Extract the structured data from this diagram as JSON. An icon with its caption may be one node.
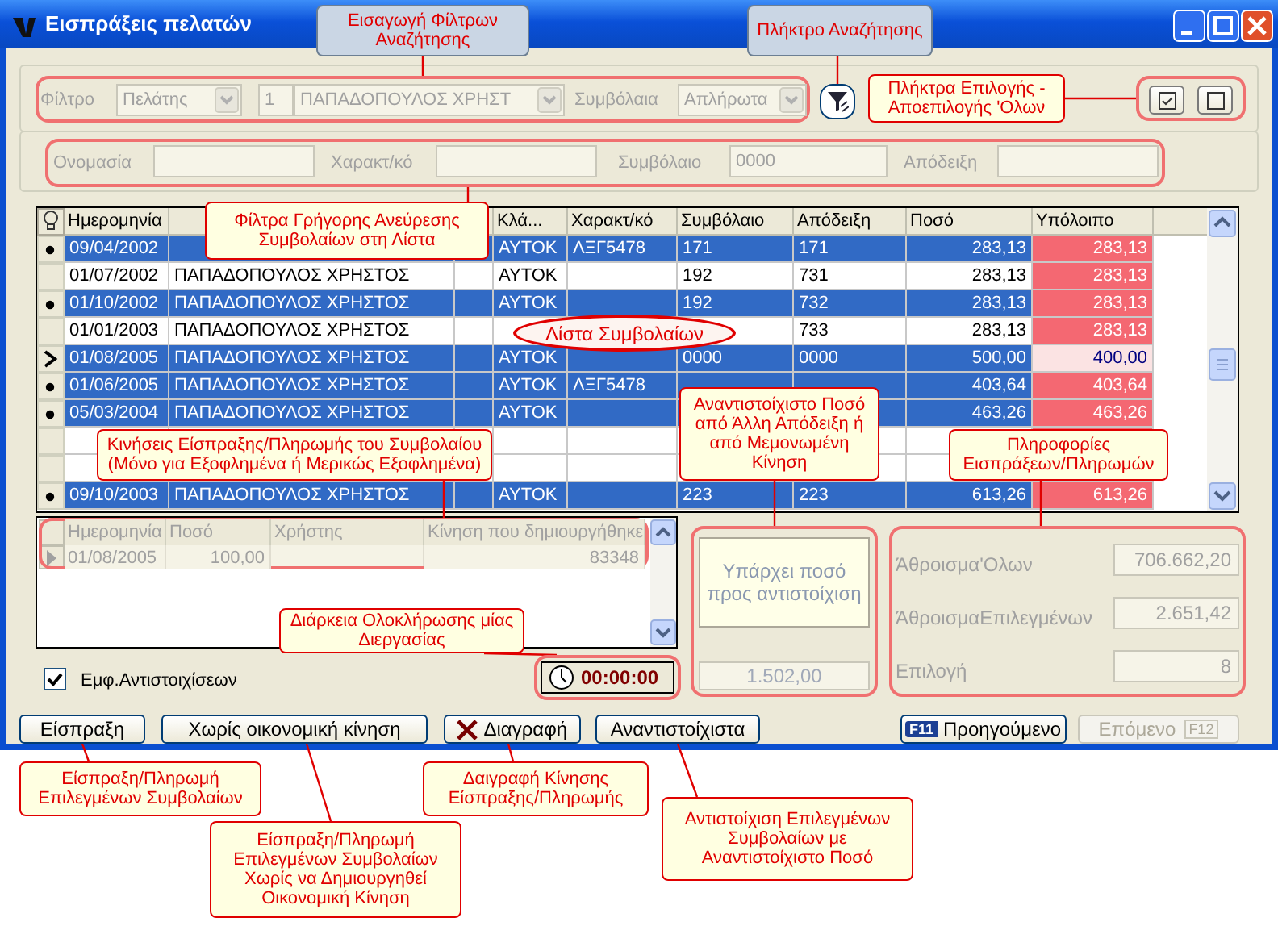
{
  "diagram": {
    "title": "Εισπράξεις πελατών",
    "nodes": [
      {
        "text": [
          "Εισαγωγή Φίλτρων Αναζήτησης"
        ]
      },
      {
        "text": [
          "Πλήκτρο Αναζήτησης"
        ]
      },
      {
        "text": [],
        "shape": "box"
      },
      {
        "text": [],
        "shape": "box"
      },
      {
        "text": [
          "Πλήκτρα Επιλογής - Αποεπιλογής 'Ολων"
        ]
      },
      {
        "text": [],
        "shape": "box"
      },
      {
        "text": [],
        "shape": "box"
      },
      {
        "text": [
          "Φίλτρα Γρήγορης Ανεύρεσης Συμβολαίων στη Λίστα"
        ]
      },
      {
        "text": [
          "Λίστα Συμβολαίων"
        ]
      },
      {
        "text": [
          "Αναντιστοίχιστο Ποσό από Άλλη Απόδειξη ή από Μεμονωμένη Κίνηση"
        ]
      },
      {
        "text": [
          "Πληροφορίες Εισπράξεων/Πληρωμών"
        ]
      },
      {
        "text": [
          "Κινήσεις Είσπραξης/Πληρωμής του Συμβολαίου (Μόνο για Εξοφλημένα ή Μερικώς Εξοφλημένα)"
        ]
      },
      {
        "text": [],
        "shape": "box"
      },
      {
        "text": [
          "Διάρκεια Ολοκλήρωσης μίας Διεργασίας"
        ]
      },
      {
        "text": [],
        "shape": "box"
      },
      {
        "text": [],
        "shape": "box"
      },
      {
        "text": [],
        "shape": "box"
      },
      {
        "text": [
          "Είσπραξη"
        ]
      },
      {
        "text": [
          "Χωρίς οικονομική κίνηση"
        ]
      },
      {
        "text": [
          "Διαγραφή"
        ]
      },
      {
        "text": [
          "Αναντιστοίχιστα"
        ]
      },
      {
        "text": [
          "Προηγούμενο"
        ]
      },
      {
        "text": [
          "Επόμενο"
        ]
      },
      {
        "text": [
          "Είσπραξη/Πληρωμή Επιλεγμένων Συμβολαίων"
        ]
      },
      {
        "text": [
          "Είσπραξη/Πληρωμή Επιλεγμένων Συμβολαίων Χωρίς να Δημιουργηθεί Οικονομική Κίνηση"
        ]
      },
      {
        "text": [
          "Δαιγραφή Κίνησης Είσπραξης/Πληρωμής"
        ]
      },
      {
        "text": [
          "Αντιστοίχιση Επιλεγμένων Συμβολαίων με Αναντιστοίχιστο Ποσό"
        ]
      }
    ],
    "edges": [
      {
        "from": 0,
        "to": 2,
        "arrow": "none"
      },
      {
        "from": 1,
        "to": 3,
        "arrow": "none"
      },
      {
        "from": 4,
        "to": 5,
        "arrow": "none"
      },
      {
        "from": 7,
        "to": 6,
        "arrow": "none"
      },
      {
        "from": 9,
        "to": 15,
        "arrow": "none"
      },
      {
        "from": 10,
        "to": 16,
        "arrow": "none"
      },
      {
        "from": 11,
        "to": 12,
        "arrow": "none"
      },
      {
        "from": 13,
        "to": 14,
        "arrow": "none"
      },
      {
        "from": 23,
        "to": 17,
        "arrow": "none"
      },
      {
        "from": 24,
        "to": 18,
        "arrow": "none"
      },
      {
        "from": 25,
        "to": 19,
        "arrow": "none"
      },
      {
        "from": 26,
        "to": 20,
        "arrow": "none"
      }
    ],
    "labels": [
      "Φίλτρο",
      "Πελάτης",
      "1",
      "ΠΑΠΑΔΟΠΟΥΛΟΣ ΧΡΗΣΤ",
      "Συμβόλαια",
      "Απλήρωτα",
      "Ονομασία",
      "Χαρακτ/κό",
      "Συμβόλαιο",
      "0000",
      "Απόδειξη",
      "Ημερομηνία",
      "Κλά...",
      "Χαρακτ/κό",
      "Συμβόλαιο",
      "Απόδειξη",
      "Ποσό",
      "Υπόλοιπο",
      "09/04/2002",
      "ΑΥΤΟΚ",
      "ΛΞΓ5478",
      "171",
      "171",
      "283,13",
      "283,13",
      "01/07/2002",
      "ΠΑΠΑΔΟΠΟΥΛΟΣ ΧΡΗΣΤΟΣ",
      "ΑΥΤΟΚ",
      "192",
      "731",
      "283,13",
      "283,13",
      "01/10/2002",
      "ΠΑΠΑΔΟΠΟΥΛΟΣ ΧΡΗΣΤΟΣ",
      "ΑΥΤΟΚ",
      "192",
      "732",
      "283,13",
      "283,13",
      "01/01/2003",
      "ΠΑΠΑΔΟΠΟΥΛΟΣ ΧΡΗΣΤΟΣ",
      "733",
      "283,13",
      "283,13",
      "01/08/2005",
      "ΠΑΠΑΔΟΠΟΥΛΟΣ ΧΡΗΣΤΟΣ",
      "ΑΥΤΟΚ",
      "0000",
      "0000",
      "500,00",
      "400,00",
      "01/06/2005",
      "ΠΑΠΑΔΟΠΟΥΛΟΣ ΧΡΗΣΤΟΣ",
      "ΑΥΤΟΚ",
      "ΛΞΓ5478",
      "403,64",
      "403,64",
      "05/03/2004",
      "ΠΑΠΑΔΟΠΟΥΛΟΣ ΧΡΗΣΤΟΣ",
      "ΑΥΤΟΚ",
      "463,26",
      "463,26",
      "09/10/2003",
      "ΠΑΠΑΔΟΠΟΥΛΟΣ ΧΡΗΣΤΟΣ",
      "ΑΥΤΟΚ",
      "223",
      "223",
      "613,26",
      "613,26",
      "Ημερομηνία",
      "Ποσό",
      "Χρήστης",
      "Κίνηση που δημιουργήθηκε",
      "01/08/2005",
      "100,00",
      "83348",
      "Εμφ.Αντιστοιχίσεων",
      "00:00:00",
      "Υπάρχει ποσό προς αντιστοίχιση",
      "1.502,00",
      "Άθροισμα'Ολων",
      "706.662,20",
      "ΆθροισμαΕπιλεγμένων",
      "2.651,42",
      "Επιλογή",
      "8",
      "F11",
      "F12"
    ]
  }
}
